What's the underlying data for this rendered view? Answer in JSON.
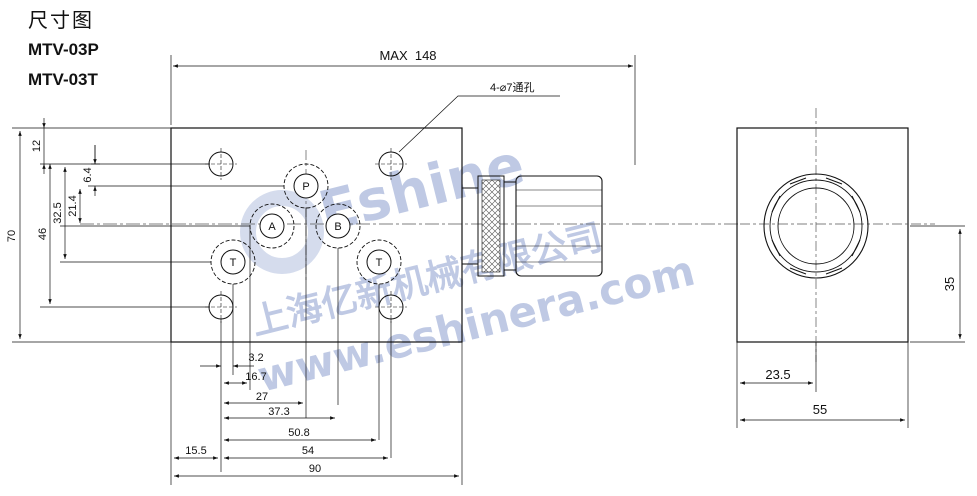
{
  "header": {
    "title": "尺寸图",
    "model_p": "MTV-03P",
    "model_t": "MTV-03T"
  },
  "drawing": {
    "max_length": "MAX  148",
    "hole_note": "4-⌀7通孔",
    "ports": {
      "p": "P",
      "a": "A",
      "b": "B",
      "t1": "T",
      "t2": "T"
    },
    "vertical_dims": [
      "12",
      "6.4",
      "21.4",
      "32.5",
      "46",
      "70"
    ],
    "horizontal_dims": [
      "3.2",
      "16.7",
      "27",
      "37.3",
      "50.8",
      "15.5",
      "54",
      "90"
    ],
    "side_dims": {
      "height": "35",
      "offset": "23.5",
      "width": "55"
    }
  },
  "watermark": {
    "brand": "Eshine",
    "company": "上海亿新机械有限公司",
    "url": "www.eshinera.com"
  }
}
